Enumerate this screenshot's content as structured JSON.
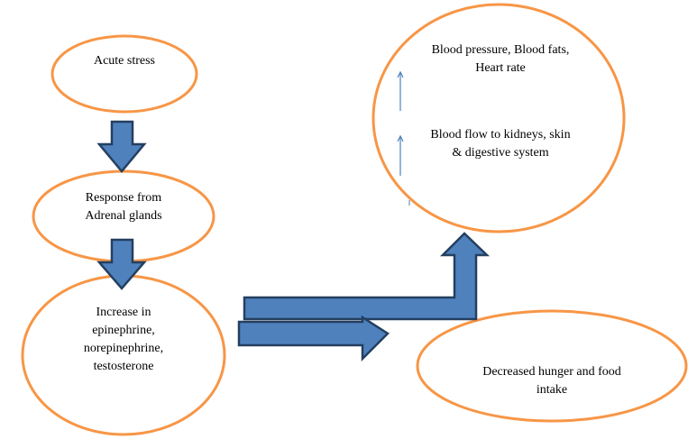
{
  "diagram": {
    "colors": {
      "ellipse_stroke": "#F79646",
      "arrow_fill": "#4F81BD",
      "arrow_stroke": "#243F60",
      "small_arrow": "#4F81BD"
    },
    "nodes": [
      {
        "id": "acute-stress",
        "text": "Acute stress"
      },
      {
        "id": "adrenal-response",
        "text": "Response from\nAdrenal glands"
      },
      {
        "id": "hormone-increase",
        "text": "Increase in\nepinephrine,\nnorepinephrine,\ntestosterone"
      },
      {
        "id": "cardio-effects",
        "line1": "Blood pressure, Blood fats,\nHeart rate",
        "line2": "Blood flow to kidneys, skin\n& digestive system"
      },
      {
        "id": "hunger-decrease",
        "text": "Decreased hunger and food\nintake"
      }
    ],
    "edges": [
      {
        "from": "acute-stress",
        "to": "adrenal-response",
        "type": "block-arrow-down"
      },
      {
        "from": "adrenal-response",
        "to": "hormone-increase",
        "type": "block-arrow-down"
      },
      {
        "from": "hormone-increase",
        "to": "cardio-effects",
        "type": "bent-up-arrow"
      },
      {
        "from": "hormone-increase",
        "to": "hunger-decrease",
        "type": "block-arrow-right"
      }
    ],
    "indicators": [
      {
        "target": "Blood pressure, Blood fats, Heart rate",
        "direction": "up",
        "meaning": "increase"
      },
      {
        "target": "Blood flow to kidneys, skin & digestive system",
        "direction": "up",
        "meaning": "shown as up arrow"
      }
    ]
  }
}
